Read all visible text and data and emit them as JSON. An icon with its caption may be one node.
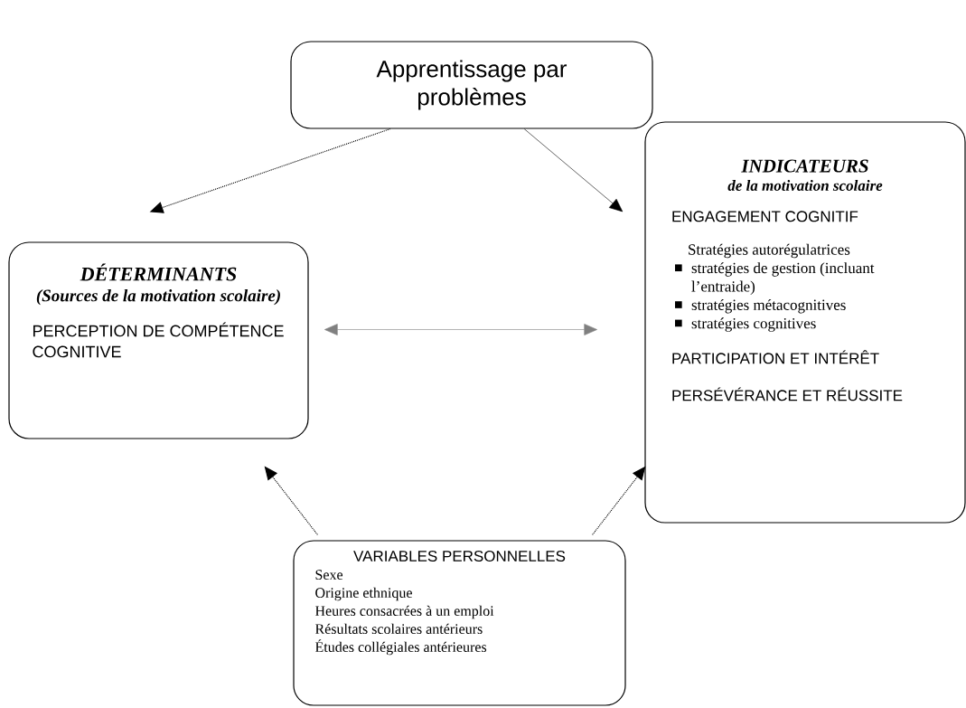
{
  "diagram": {
    "nodes": [
      {
        "text": [
          "Apprentissage par problèmes"
        ]
      },
      {
        "text": [
          "DÉTERMINANTS",
          "(Sources de la motivation scolaire)",
          "PERCEPTION DE COMPÉTENCE COGNITIVE"
        ]
      },
      {
        "text": [
          "INDICATEURS",
          "de la motivation scolaire",
          "ENGAGEMENT COGNITIF",
          "Stratégies autorégulatrices",
          "stratégies de gestion (incluant l’entraide)",
          "stratégies métacognitives",
          "stratégies cognitives",
          "PARTICIPATION ET INTÉRÊT",
          "PERSÉVÉRANCE ET RÉUSSITE"
        ]
      },
      {
        "text": [
          "VARIABLES PERSONNELLES",
          "Sexe",
          "Origine ethnique",
          "Heures consacrées à un emploi",
          "Résultats scolaires antérieurs",
          "Études collégiales antérieures"
        ]
      }
    ],
    "edges": [
      {
        "from": 0,
        "to": 1,
        "arrow": "to",
        "style": "dashed"
      },
      {
        "from": 0,
        "to": 2,
        "arrow": "to"
      },
      {
        "from": 1,
        "to": 2,
        "arrow": "both",
        "color": "#808080"
      },
      {
        "from": 3,
        "to": 1,
        "arrow": "to",
        "style": "dashed"
      },
      {
        "from": 3,
        "to": 2,
        "arrow": "to",
        "style": "dashed"
      }
    ]
  }
}
